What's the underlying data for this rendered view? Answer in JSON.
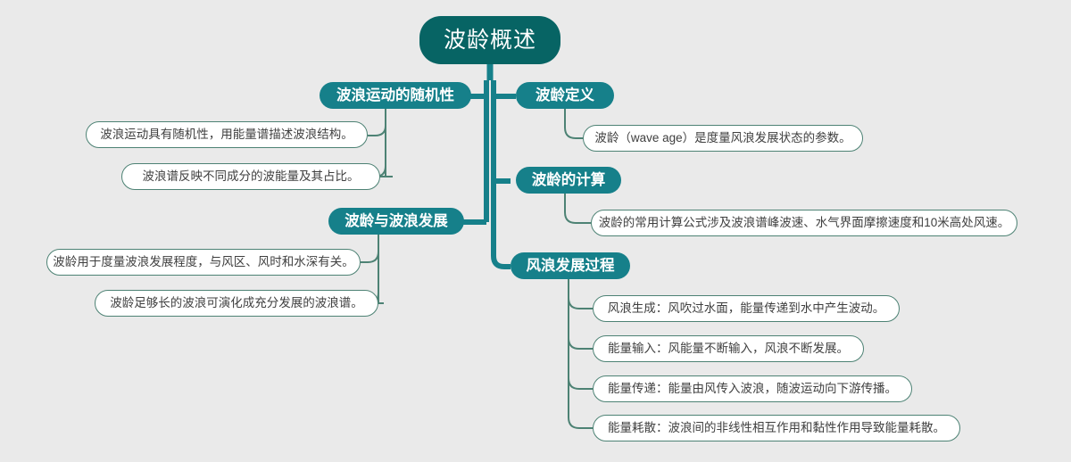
{
  "diagram": {
    "type": "mindmap",
    "title": "波龄概述",
    "background_color": "#eaeaea",
    "colors": {
      "root_fill": "#076464",
      "branch_fill": "#16808a",
      "leaf_fill": "#ffffff",
      "leaf_border": "#4d8274",
      "trunk_line": "#16808a",
      "leaf_line": "#4d8274",
      "root_text": "#ffffff",
      "branch_text": "#ffffff",
      "leaf_text": "#3f3f3f"
    }
  },
  "root": {
    "label": "波龄概述"
  },
  "branches": [
    {
      "id": "b1",
      "label": "波浪运动的随机性",
      "side": "left",
      "children": [
        {
          "id": "b1c1",
          "label": "波浪运动具有随机性，用能量谱描述波浪结构。"
        },
        {
          "id": "b1c2",
          "label": "波浪谱反映不同成分的波能量及其占比。"
        }
      ]
    },
    {
      "id": "b2",
      "label": "波龄与波浪发展",
      "side": "left",
      "children": [
        {
          "id": "b2c1",
          "label": "波龄用于度量波浪发展程度，与风区、风时和水深有关。"
        },
        {
          "id": "b2c2",
          "label": "波龄足够长的波浪可演化成充分发展的波浪谱。"
        }
      ]
    },
    {
      "id": "b3",
      "label": "波龄定义",
      "side": "right",
      "children": [
        {
          "id": "b3c1",
          "label": "波龄（wave age）是度量风浪发展状态的参数。"
        }
      ]
    },
    {
      "id": "b4",
      "label": "波龄的计算",
      "side": "right",
      "children": [
        {
          "id": "b4c1",
          "label": "波龄的常用计算公式涉及波浪谱峰波速、水气界面摩擦速度和10米高处风速。"
        }
      ]
    },
    {
      "id": "b5",
      "label": "风浪发展过程",
      "side": "right",
      "children": [
        {
          "id": "b5c1",
          "label": "风浪生成：风吹过水面，能量传递到水中产生波动。"
        },
        {
          "id": "b5c2",
          "label": "能量输入：风能量不断输入，风浪不断发展。"
        },
        {
          "id": "b5c3",
          "label": "能量传递：能量由风传入波浪，随波运动向下游传播。"
        },
        {
          "id": "b5c4",
          "label": "能量耗散：波浪间的非线性相互作用和黏性作用导致能量耗散。"
        }
      ]
    }
  ]
}
